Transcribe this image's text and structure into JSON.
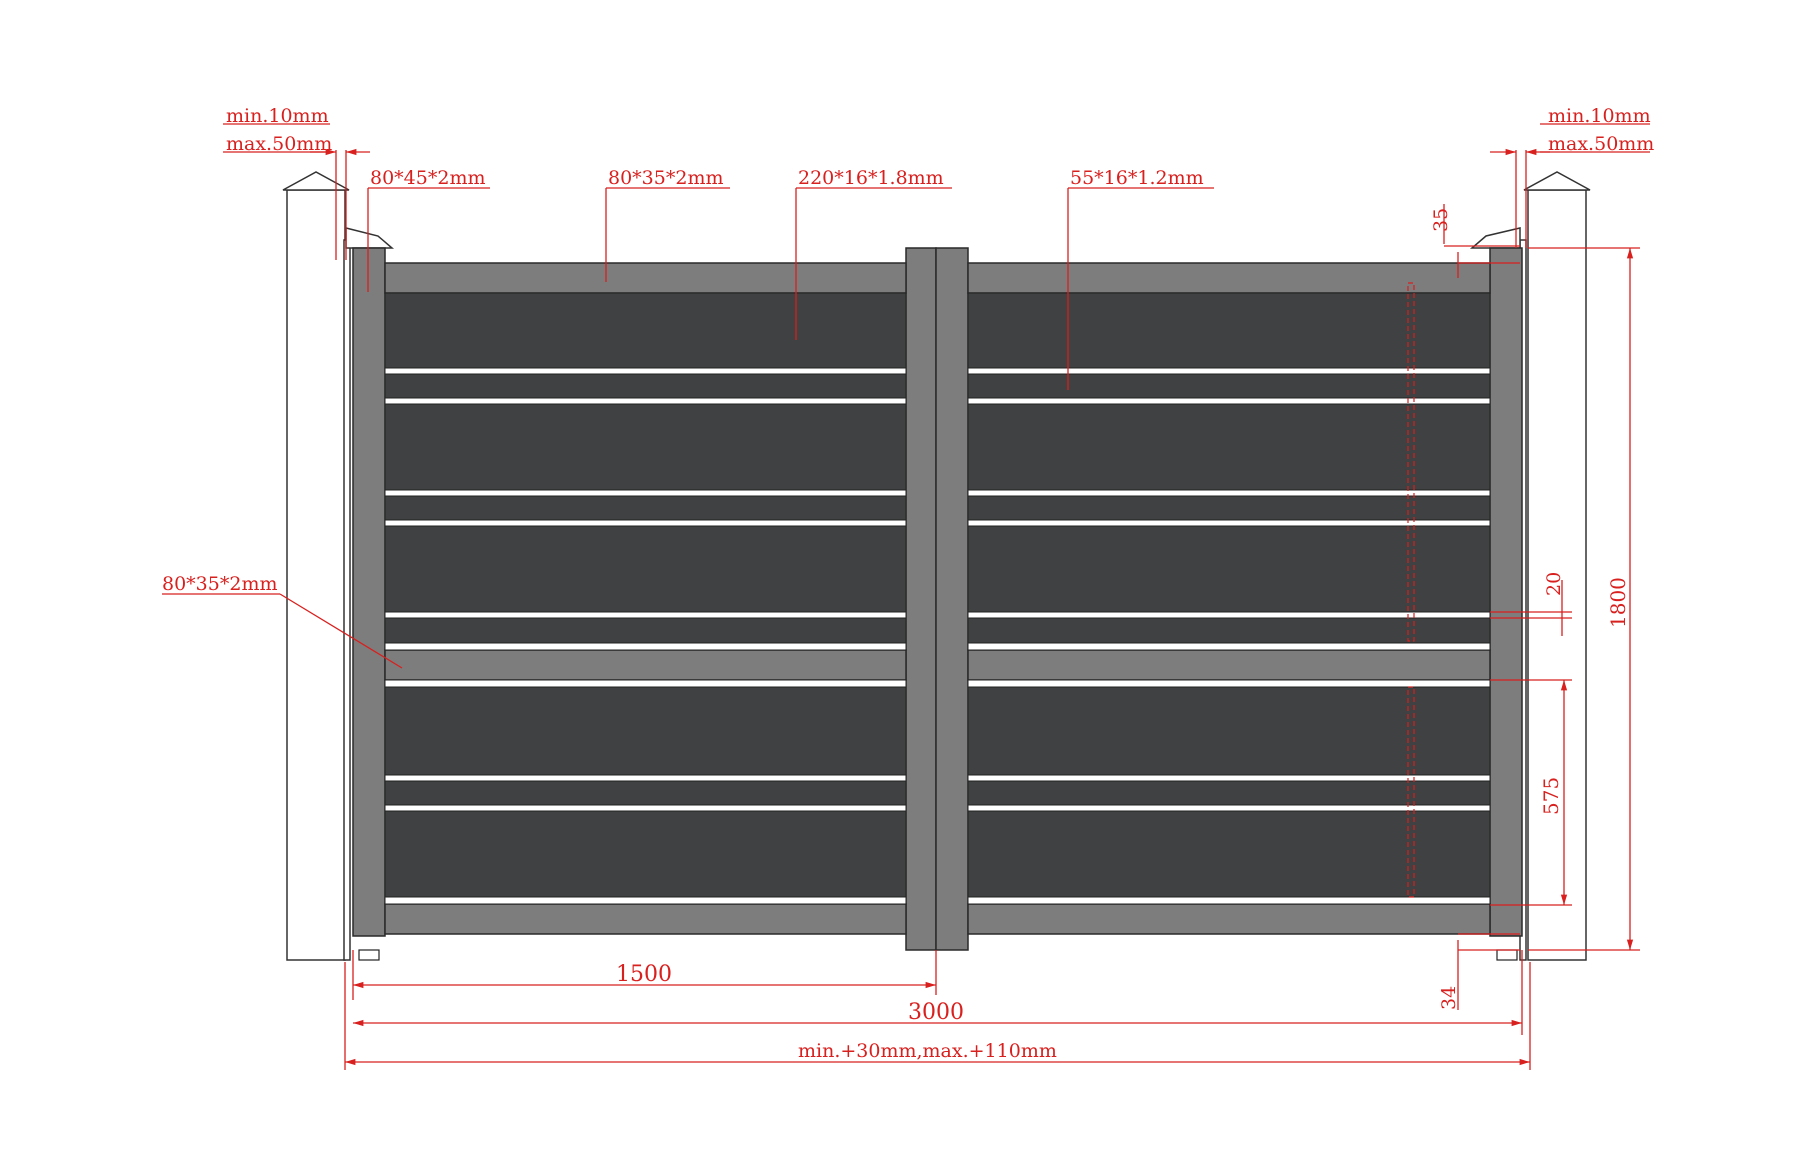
{
  "colors": {
    "dimension": "#d8201e",
    "frame": "#7d7d7d",
    "panel": "#3f4142",
    "post": "#ffffff",
    "outline": "#2a2a2a"
  },
  "annotations": {
    "left_min": "min.10mm",
    "left_max": "max.50mm",
    "right_min": "min.10mm",
    "right_max": "max.50mm",
    "profile_side_frame": "80*45*2mm",
    "profile_top_rail": "80*35*2mm",
    "profile_panel": "220*16*1.8mm",
    "profile_gap_strip": "55*16*1.2mm",
    "profile_mid_rail": "80*35*2mm"
  },
  "dimensions": {
    "top_offset": "35",
    "rail_gap": "20",
    "lower_section_height": "575",
    "overall_height": "1800",
    "bottom_clearance": "34",
    "half_width": "1500",
    "overall_width": "3000",
    "clearance_total": "min.+30mm,max.+110mm"
  }
}
